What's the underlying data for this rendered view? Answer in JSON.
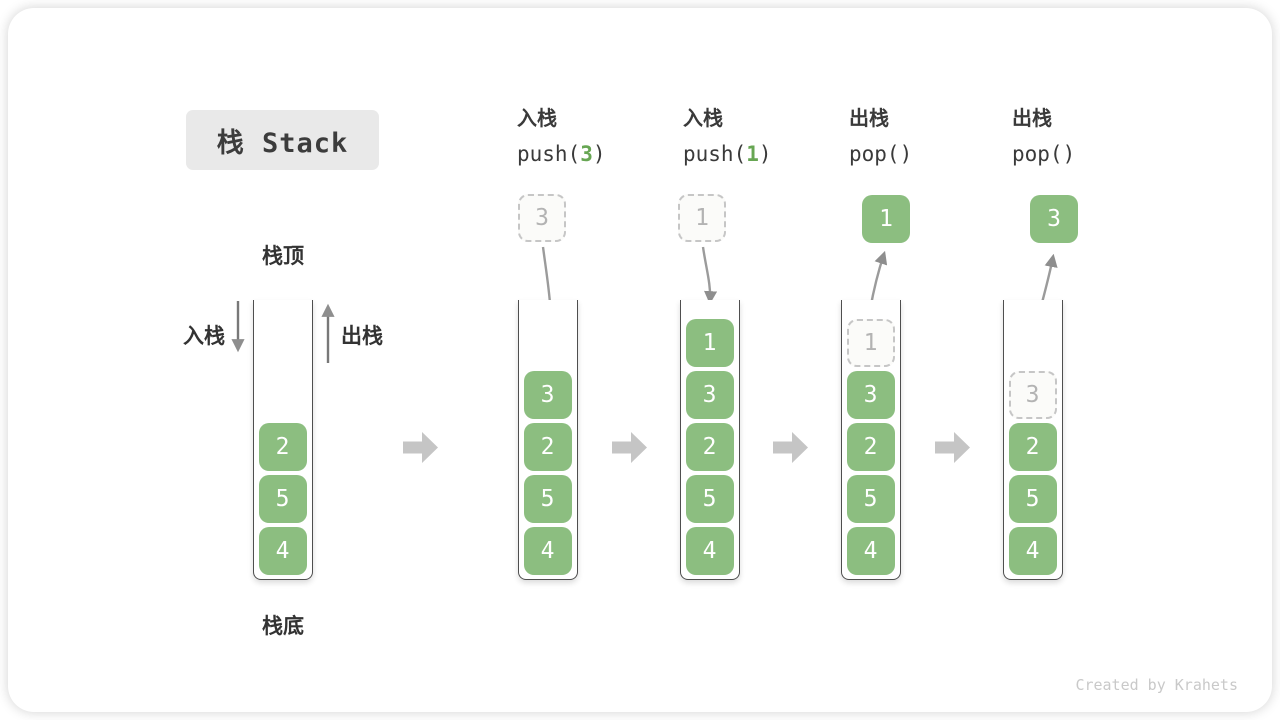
{
  "title": "栈 Stack",
  "labels": {
    "stack_top": "栈顶",
    "stack_bottom": "栈底",
    "push_side": "入栈",
    "pop_side": "出栈"
  },
  "operations": [
    {
      "action": "入栈",
      "fn": "push(",
      "arg": "3",
      "close": ")"
    },
    {
      "action": "入栈",
      "fn": "push(",
      "arg": "1",
      "close": ")"
    },
    {
      "action": "出栈",
      "fn": "pop(",
      "arg": "",
      "close": ")"
    },
    {
      "action": "出栈",
      "fn": "pop(",
      "arg": "",
      "close": ")"
    }
  ],
  "stacks": {
    "s1": {
      "items": [
        "2",
        "5",
        "4"
      ]
    },
    "s2": {
      "incoming": "3",
      "items": [
        "3",
        "2",
        "5",
        "4"
      ]
    },
    "s3": {
      "incoming": "1",
      "items": [
        "1",
        "3",
        "2",
        "5",
        "4"
      ]
    },
    "s4": {
      "popped": "1",
      "ghost": "1",
      "items": [
        "3",
        "2",
        "5",
        "4"
      ]
    },
    "s5": {
      "popped": "3",
      "ghost": "3",
      "items": [
        "2",
        "5",
        "4"
      ]
    }
  },
  "watermark": "Created by Krahets",
  "colors": {
    "item_green": "#8CBE80",
    "arg_green": "#67A653",
    "curve_arrow_gray": "#9B9B9B",
    "block_arrow_gray": "#C5C5C5",
    "title_bg": "#E9E9E9",
    "text_dark": "#3C3C3C",
    "ghost_border": "#C6C6C6",
    "ghost_text": "#B3B3B3",
    "watermark_gray": "#C9C9C9"
  }
}
